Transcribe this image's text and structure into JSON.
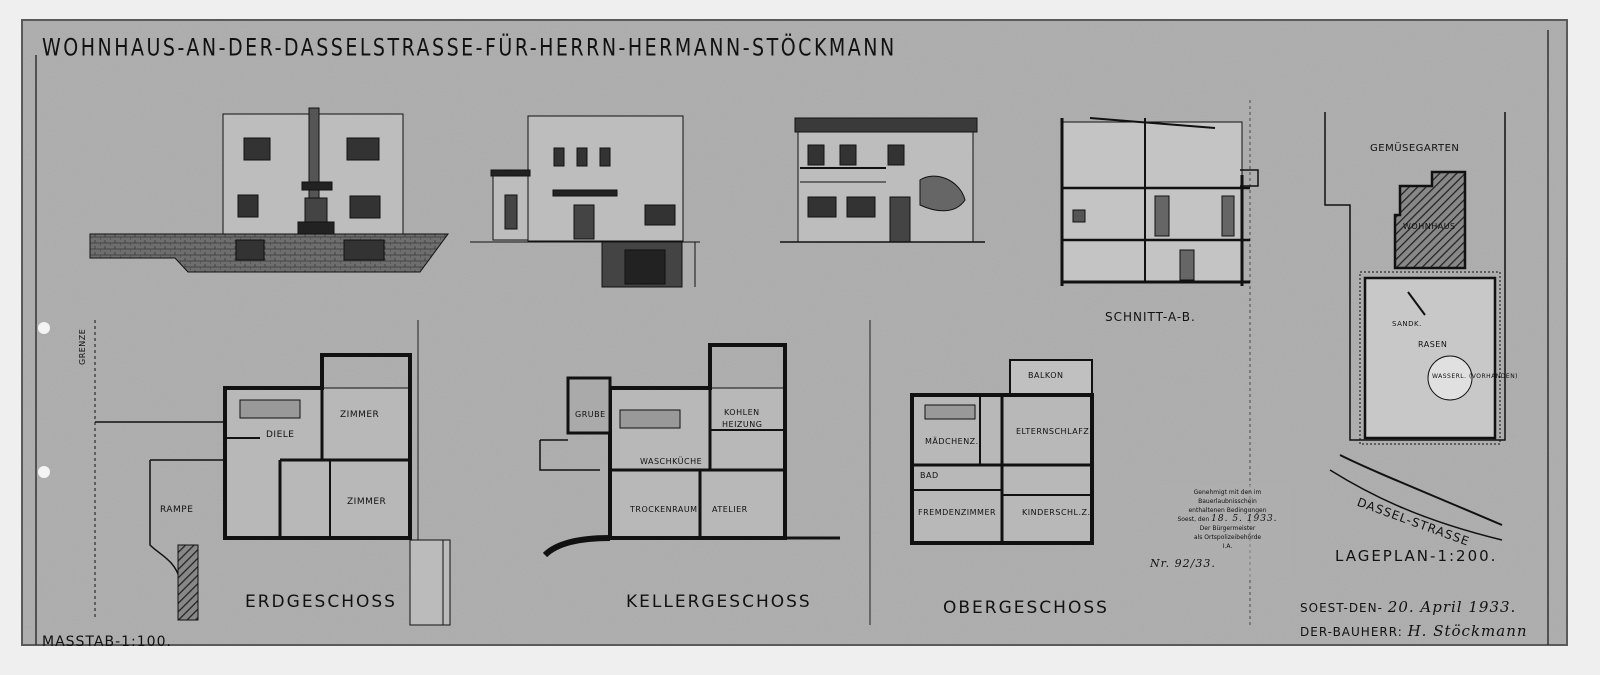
{
  "sheet": {
    "title": "WOHNHAUS-AN-DER-DASSELSTRASSE-FÜR-HERRN-HERMANN-STÖCKMANN",
    "scale": "MASSTAB-1:100.",
    "site_plan_label": "LAGEPLAN-1:200.",
    "section_label": "SCHNITT-A-B.",
    "street_label": "DASSEL-STRASSE",
    "date_line": {
      "prefix": "SOEST-DEN-",
      "handwritten": "20. April 1933."
    },
    "builder_line": {
      "prefix": "DER-BAUHERR:",
      "signature": "H. Stöckmann"
    },
    "file_no": "Nr. 92/33."
  },
  "floor_plans": [
    {
      "label": "ERDGESCHOSS",
      "rooms": [
        "ZIMMER",
        "DIELE",
        "ZIMMER",
        "RAMPE"
      ]
    },
    {
      "label": "KELLERGESCHOSS",
      "rooms": [
        "KOHLEN",
        "HEIZUNG",
        "WASCHKÜCHE",
        "TROCKENRAUM",
        "ATELIER",
        "GRUBE"
      ]
    },
    {
      "label": "OBERGESCHOSS",
      "rooms": [
        "BALKON",
        "MÄDCHENZ.",
        "ELTERNSCHLAFZ.",
        "BAD",
        "FREMDENZIMMER",
        "KINDERSCHL.Z."
      ]
    }
  ],
  "site_plan": {
    "garden": "GEMÜSEGARTEN",
    "house": "WOHNHAUS",
    "lawn": "RASEN",
    "sandbox": "SANDK.",
    "water": "WASSERL. (VORHANDEN)"
  },
  "boundary": "GRENZE",
  "approval_stamp": {
    "line1": "Genehmigt mit den im Bauerlaubnisschein",
    "line2": "enthaltenen Bedingungen",
    "line3_prefix": "Soest, den",
    "line3_date": "18. 5. 1933.",
    "line4": "Der Bürgermeister",
    "line5": "als Ortspolizeibehörde",
    "line6": "I.A."
  }
}
